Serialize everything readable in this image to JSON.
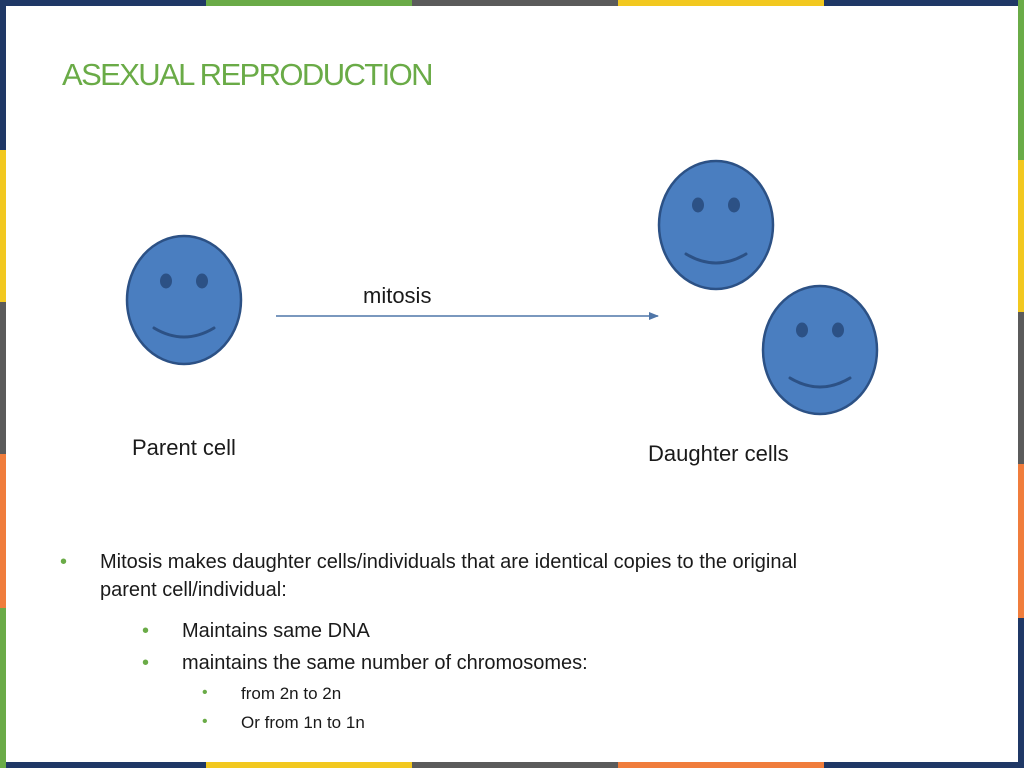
{
  "slide": {
    "title": "ASEXUAL REPRODUCTION",
    "colors": {
      "accent_green": "#6aab47",
      "cell_fill": "#4a7ec0",
      "cell_stroke": "#2c5185",
      "arrow": "#4f76a8"
    },
    "frame_colors": [
      "#1f3866",
      "#6aab47",
      "#f07d3c",
      "#f2c81f",
      "#5b5b5b"
    ]
  },
  "diagram": {
    "arrow_label": "mitosis",
    "parent_label": "Parent cell",
    "daughter_label": "Daughter cells",
    "icons": [
      "smiley-face-icon",
      "smiley-face-icon",
      "smiley-face-icon"
    ]
  },
  "bullets": {
    "main_line1": "Mitosis makes daughter cells/individuals that are identical copies to the original",
    "main_line2": "parent cell/individual:",
    "sub1": "Maintains same DNA",
    "sub2": "maintains the same number of chromosomes:",
    "subsub1": "from 2n to 2n",
    "subsub2": "Or from 1n to 1n"
  }
}
